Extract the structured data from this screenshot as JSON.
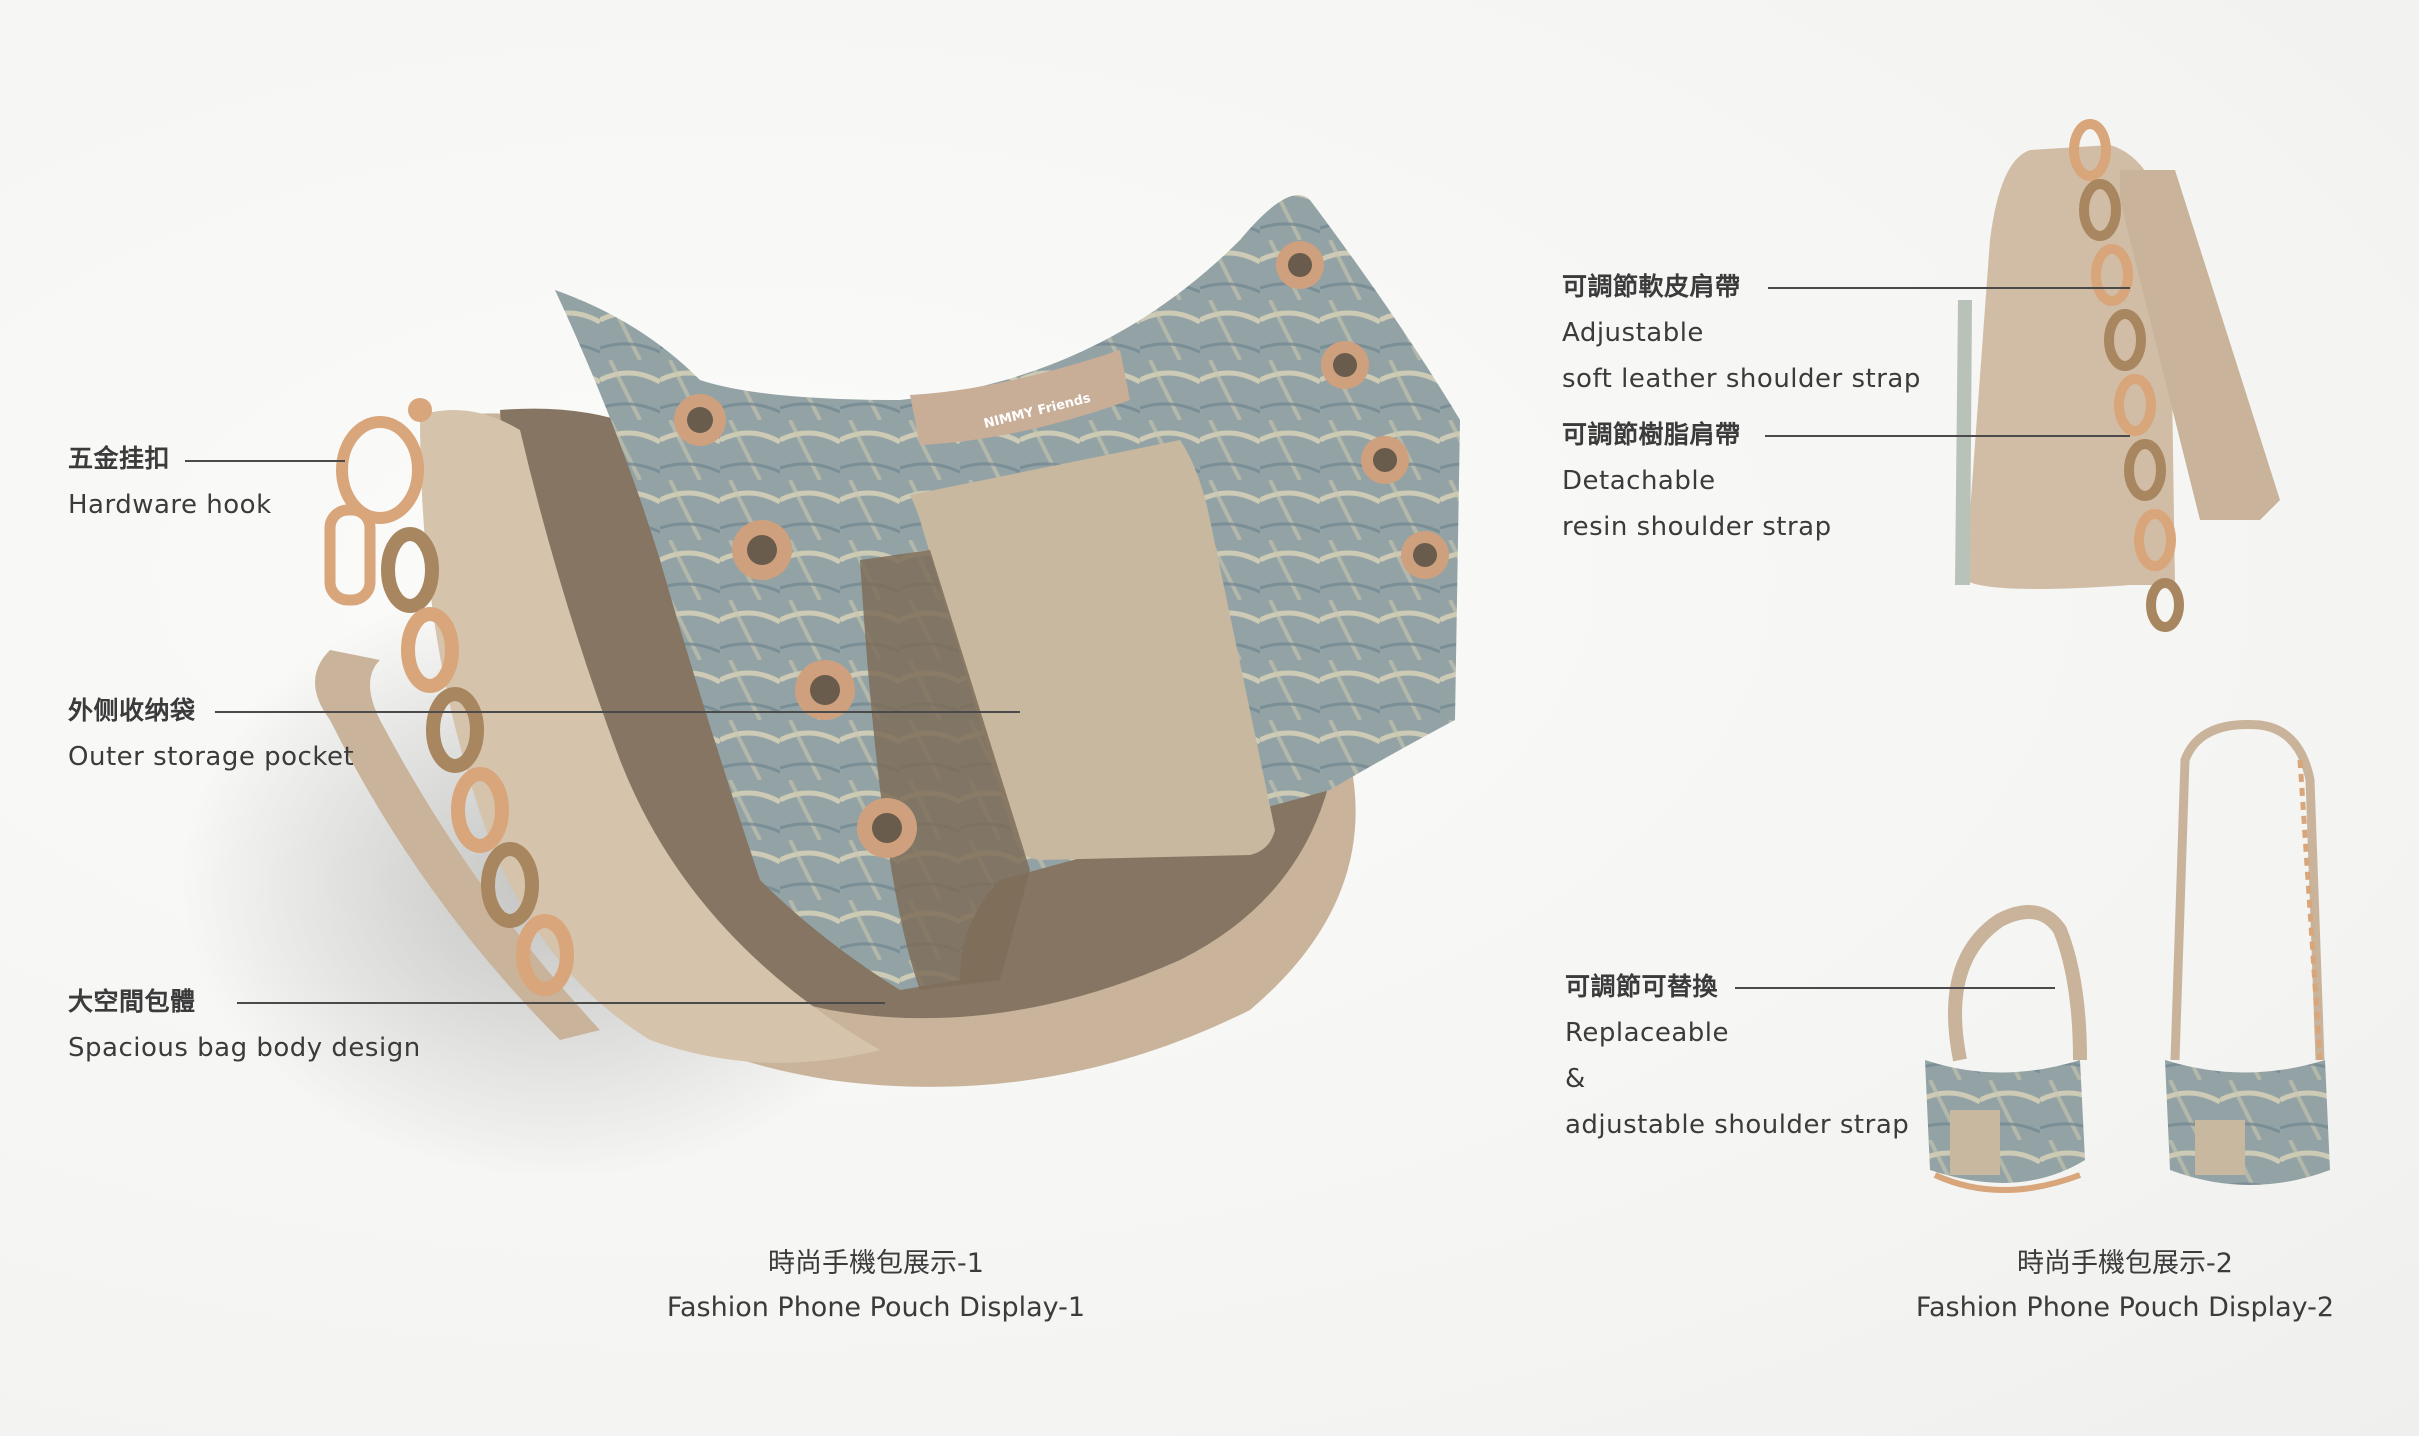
{
  "brand_tag": "NIMMY Friends",
  "callouts_left": {
    "hook": {
      "zh": "五金挂扣",
      "en": "Hardware hook"
    },
    "pocket": {
      "zh": "外侧收纳袋",
      "en": "Outer storage pocket"
    },
    "body": {
      "zh": "大空間包體",
      "en": "Spacious bag body design"
    }
  },
  "callouts_right": {
    "leather_strap": {
      "zh": "可調節軟皮肩帶",
      "en_1": "Adjustable",
      "en_2": "soft leather shoulder strap"
    },
    "resin_strap": {
      "zh": "可調節樹脂肩帶",
      "en_1": "Detachable",
      "en_2": "resin shoulder strap"
    },
    "replace_strap": {
      "zh": "可調節可替換",
      "en_1": "Replaceable",
      "en_2": "&",
      "en_3": "adjustable shoulder strap"
    }
  },
  "captions": {
    "display_1": {
      "zh": "時尚手機包展示-1",
      "en": "Fashion Phone Pouch Display-1"
    },
    "display_2": {
      "zh": "時尚手機包展示-2",
      "en": "Fashion Phone Pouch Display-2"
    }
  },
  "colors": {
    "leather": "#c9b49b",
    "leather_dark": "#8a7a67",
    "denim": "#8fa0a6",
    "denim_light": "#b9c2b8",
    "gold": "#d9a57a",
    "resin": "#a8865f",
    "leader_line": "#4a4a4a"
  }
}
